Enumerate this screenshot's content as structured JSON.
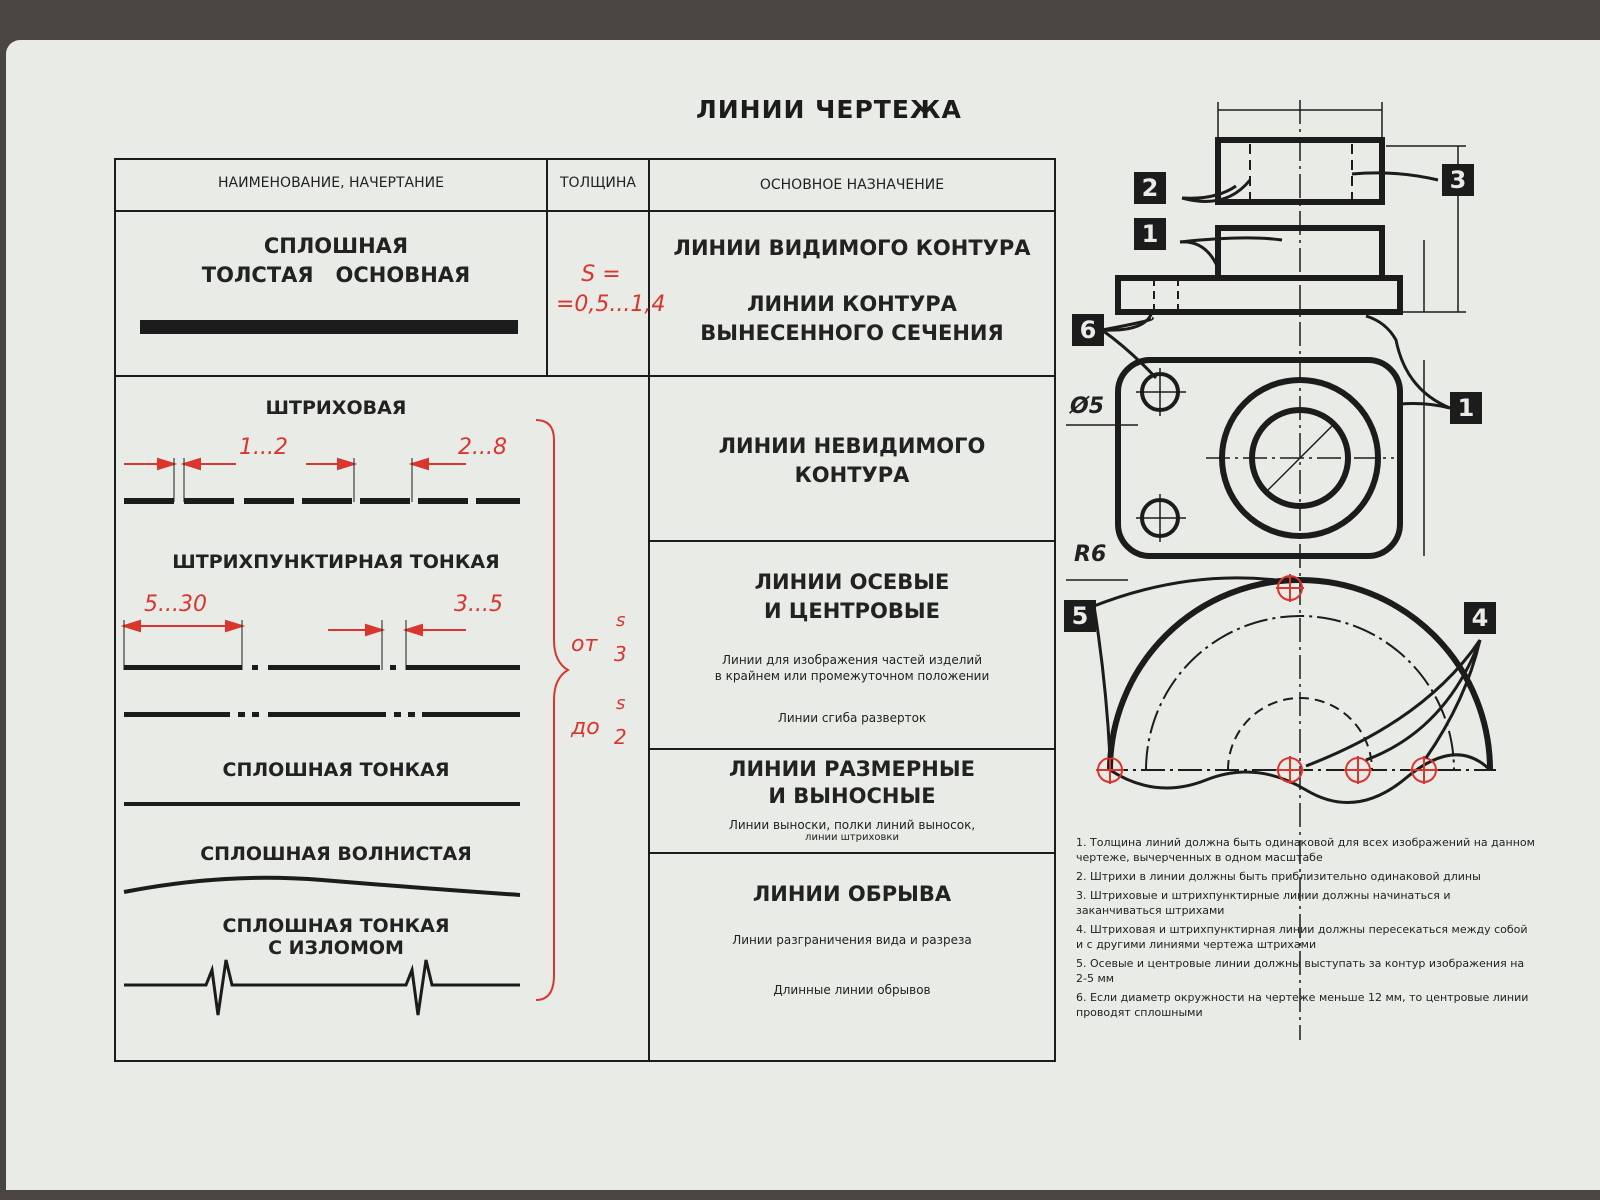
{
  "title": "ЛИНИИ ЧЕРТЕЖА",
  "table": {
    "headers": [
      "НАИМЕНОВАНИЕ, НАЧЕРТАНИЕ",
      "ТОЛЩИНА",
      "ОСНОВНОЕ НАЗНАЧЕНИЕ"
    ],
    "rows": {
      "solid_thick": {
        "name": "СПЛОШНАЯ\nТОЛСТАЯ   ОСНОВНАЯ",
        "thickness": "S =\n=0,5...1,4",
        "purpose1": "ЛИНИИ ВИДИМОГО КОНТУРА",
        "purpose2": "ЛИНИИ КОНТУРА\nВЫНЕСЕННОГО СЕЧЕНИЯ"
      },
      "dashed": {
        "name": "ШТРИХОВАЯ",
        "dim1": "1...2",
        "dim2": "2...8",
        "purpose": "ЛИНИИ НЕВИДИМОГО\nКОНТУРА"
      },
      "dashdot": {
        "name": "ШТРИХПУНКТИРНАЯ ТОНКАЯ",
        "dim1": "5...30",
        "dim2": "3...5",
        "purpose": "ЛИНИИ ОСЕВЫЕ\nИ ЦЕНТРОВЫЕ",
        "sub1": "Линии для изображения частей изделий\nв крайнем или промежуточном положении",
        "sub2": "Линии сгиба разверток"
      },
      "solid_thin": {
        "name": "СПЛОШНАЯ ТОНКАЯ",
        "purpose": "ЛИНИИ РАЗМЕРНЫЕ\nИ ВЫНОСНЫЕ",
        "sub1": "Линии выноски, полки линий выносок,",
        "sub2": "линии штриховки"
      },
      "wavy": {
        "name": "СПЛОШНАЯ ВОЛНИСТАЯ",
        "purpose": "ЛИНИИ ОБРЫВА",
        "sub1": "Линии разграничения вида и разреза"
      },
      "zigzag": {
        "name": "СПЛОШНАЯ ТОНКАЯ\nС ИЗЛОМОМ",
        "sub1": "Длинные линии обрывов"
      }
    },
    "thin_thickness": {
      "from": "от",
      "to": "до",
      "s": "s",
      "d3": "3",
      "d2": "2"
    }
  },
  "diagram": {
    "labels": [
      "2",
      "3",
      "1",
      "6",
      "1",
      "5",
      "4"
    ],
    "dia": "Ø5",
    "radius": "R6"
  },
  "notes": [
    "1. Толщина линий должна быть одинаковой для всех изображений на данном чертеже, вычерченных в одном масштабе",
    "2. Штрихи в линии должны быть приблизительно одинаковой длины",
    "3. Штриховые и штрихпунктирные линии должны начинаться и заканчиваться штрихами",
    "4. Штриховая и штрихпунктирная линии должны пересекаться между собой и с другими линиями чертежа штрихами",
    "5. Осевые и центровые линии должны выступать за контур изображения на 2-5 мм",
    "6. Если диаметр окружности на чертеже меньше 12 мм, то центровые линии проводят сплошными"
  ],
  "colors": {
    "accent": "#d8362e",
    "ink": "#1c1c1c",
    "paper": "#e9ebe6"
  }
}
